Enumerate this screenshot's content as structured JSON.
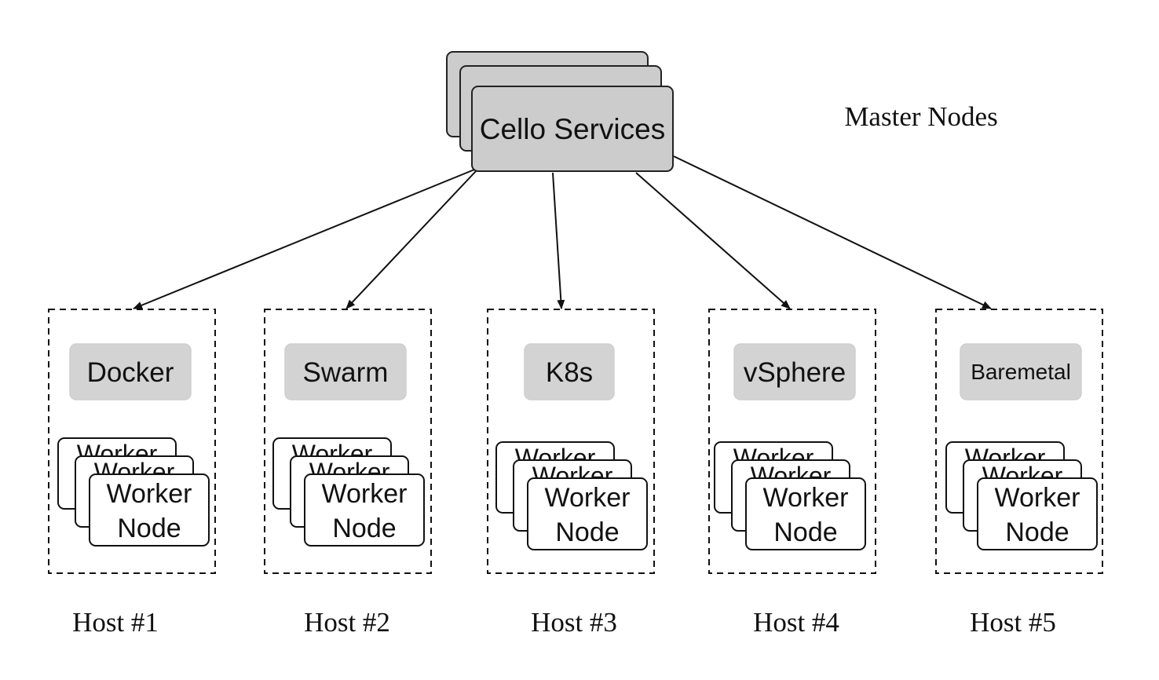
{
  "master": {
    "label": "Cello Services",
    "caption": "Master Nodes",
    "fill": "#cccccc",
    "stroke": "#222222"
  },
  "hosts": [
    {
      "platform": "Docker",
      "caption": "Host #1",
      "worker_line1": "Worker",
      "worker_line2": "Node",
      "worker_peek": "Worker"
    },
    {
      "platform": "Swarm",
      "caption": "Host #2",
      "worker_line1": "Worker",
      "worker_line2": "Node",
      "worker_peek": "Worker"
    },
    {
      "platform": "K8s",
      "caption": "Host #3",
      "worker_line1": "Worker",
      "worker_line2": "Node",
      "worker_peek": "Worker"
    },
    {
      "platform": "vSphere",
      "caption": "Host #4",
      "worker_line1": "Worker",
      "worker_line2": "Node",
      "worker_peek": "Worker"
    },
    {
      "platform": "Baremetal",
      "caption": "Host #5",
      "worker_line1": "Worker",
      "worker_line2": "Node",
      "worker_peek": "Worker"
    }
  ],
  "colors": {
    "platform_fill": "#d3d3d3",
    "line": "#111111"
  }
}
